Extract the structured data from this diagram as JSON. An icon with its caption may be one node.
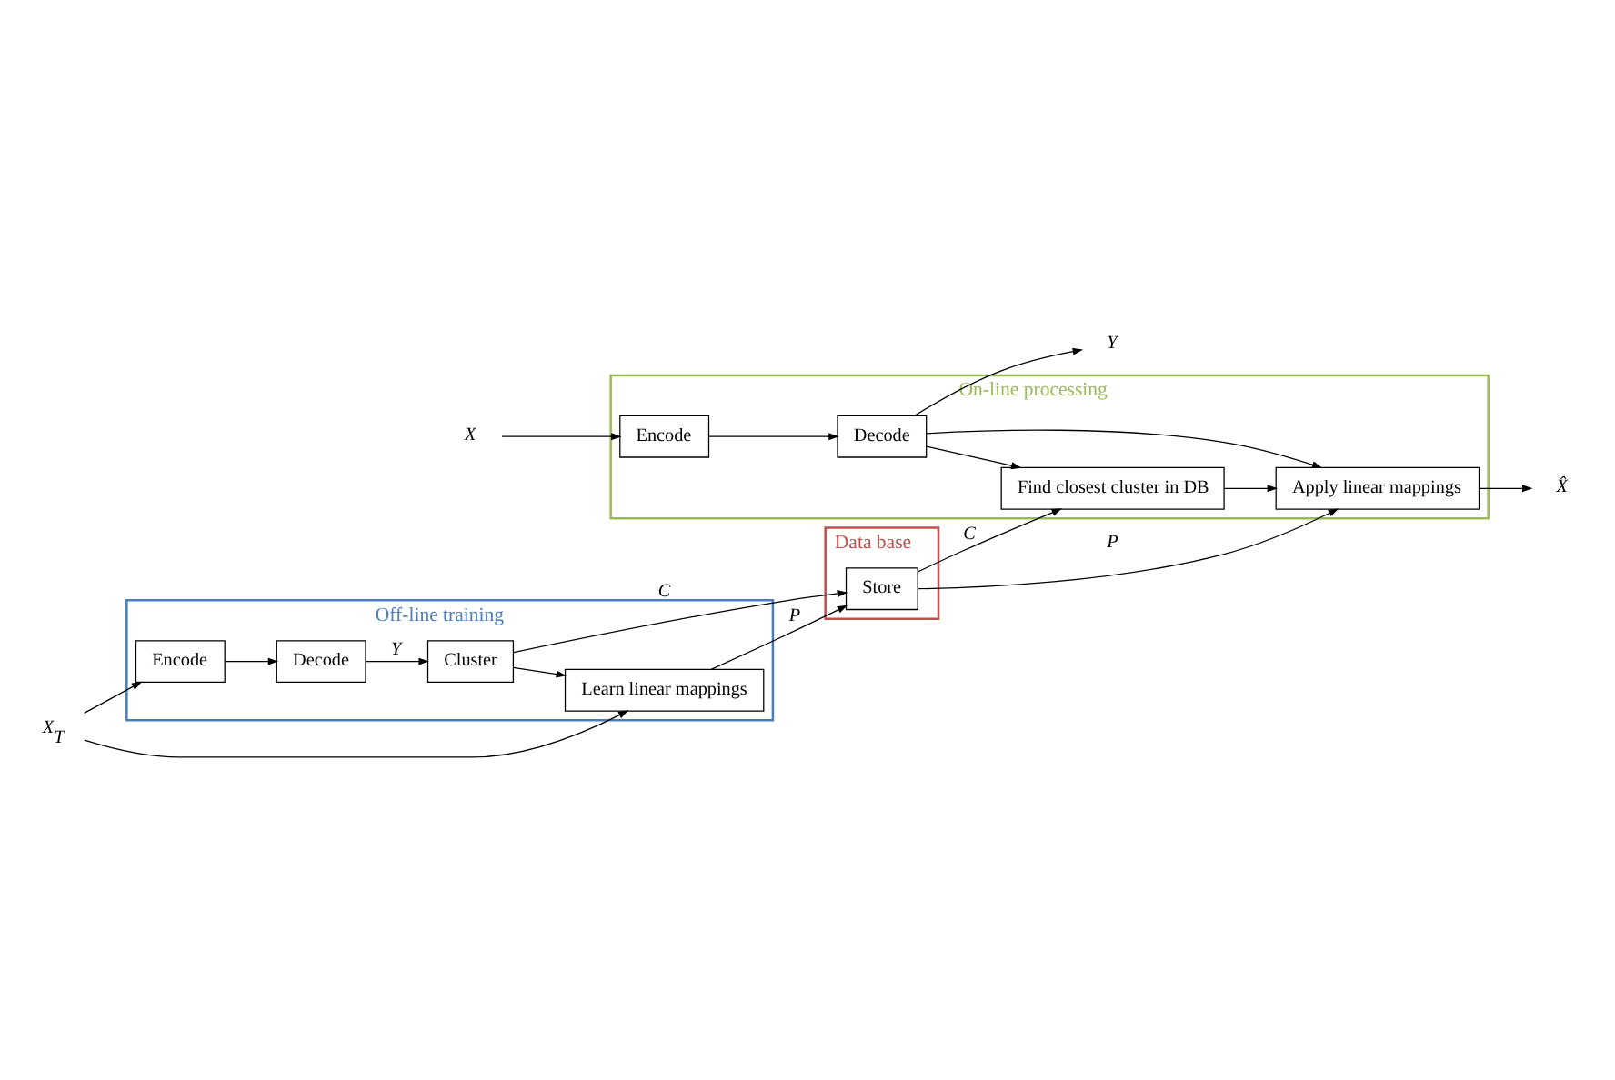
{
  "diagram": {
    "nodes": [
      {
        "text": [
          "Off-line training"
        ]
      },
      {
        "text": [
          "X$_{T}$"
        ]
      },
      {
        "text": [
          "Encode"
        ],
        "in": 0
      },
      {
        "text": [
          "Decode"
        ],
        "in": 0
      },
      {
        "text": [
          "Cluster"
        ],
        "in": 0
      },
      {
        "text": [
          "Learn linear mappings"
        ],
        "in": 0
      },
      {
        "text": [
          "Data base"
        ]
      },
      {
        "text": [
          "Store"
        ],
        "in": 6
      },
      {
        "text": [
          "On-line processing"
        ]
      },
      {
        "text": [
          "Find closest cluster in DB"
        ],
        "in": 8
      },
      {
        "text": [
          "Apply linear mappings"
        ],
        "in": 8
      },
      {
        "text": [
          "X"
        ]
      },
      {
        "text": [
          "Encode"
        ],
        "in": 8
      },
      {
        "text": [
          "Decode"
        ],
        "in": 8
      },
      {
        "text": [
          "X̂"
        ]
      },
      {
        "text": [
          "Y"
        ]
      }
    ],
    "edges": [
      {
        "from": 1,
        "to": 2,
        "arrow": "to"
      },
      {
        "from": 2,
        "to": 3,
        "arrow": "to"
      },
      {
        "from": 3,
        "to": 4,
        "arrow": "to",
        "label": "Y"
      },
      {
        "from": 1,
        "to": 5,
        "arrow": "to"
      },
      {
        "from": 4,
        "to": 5,
        "arrow": "to"
      },
      {
        "from": 4,
        "to": 7,
        "arrow": "to",
        "label": "C"
      },
      {
        "from": 5,
        "to": 7,
        "arrow": "to",
        "label": "P"
      },
      {
        "from": 7,
        "to": 9,
        "arrow": "to",
        "label": "C"
      },
      {
        "from": 7,
        "to": 10,
        "arrow": "to",
        "label": "P"
      },
      {
        "from": 9,
        "to": 10,
        "arrow": "to"
      },
      {
        "from": 10,
        "to": 14,
        "arrow": "to"
      },
      {
        "from": 11,
        "to": 12,
        "arrow": "to"
      },
      {
        "from": 12,
        "to": 13,
        "arrow": "to"
      },
      {
        "from": 13,
        "to": 9,
        "arrow": "to"
      },
      {
        "from": 13,
        "to": 10,
        "arrow": "to"
      },
      {
        "from": 13,
        "to": 15,
        "arrow": "to"
      }
    ]
  }
}
